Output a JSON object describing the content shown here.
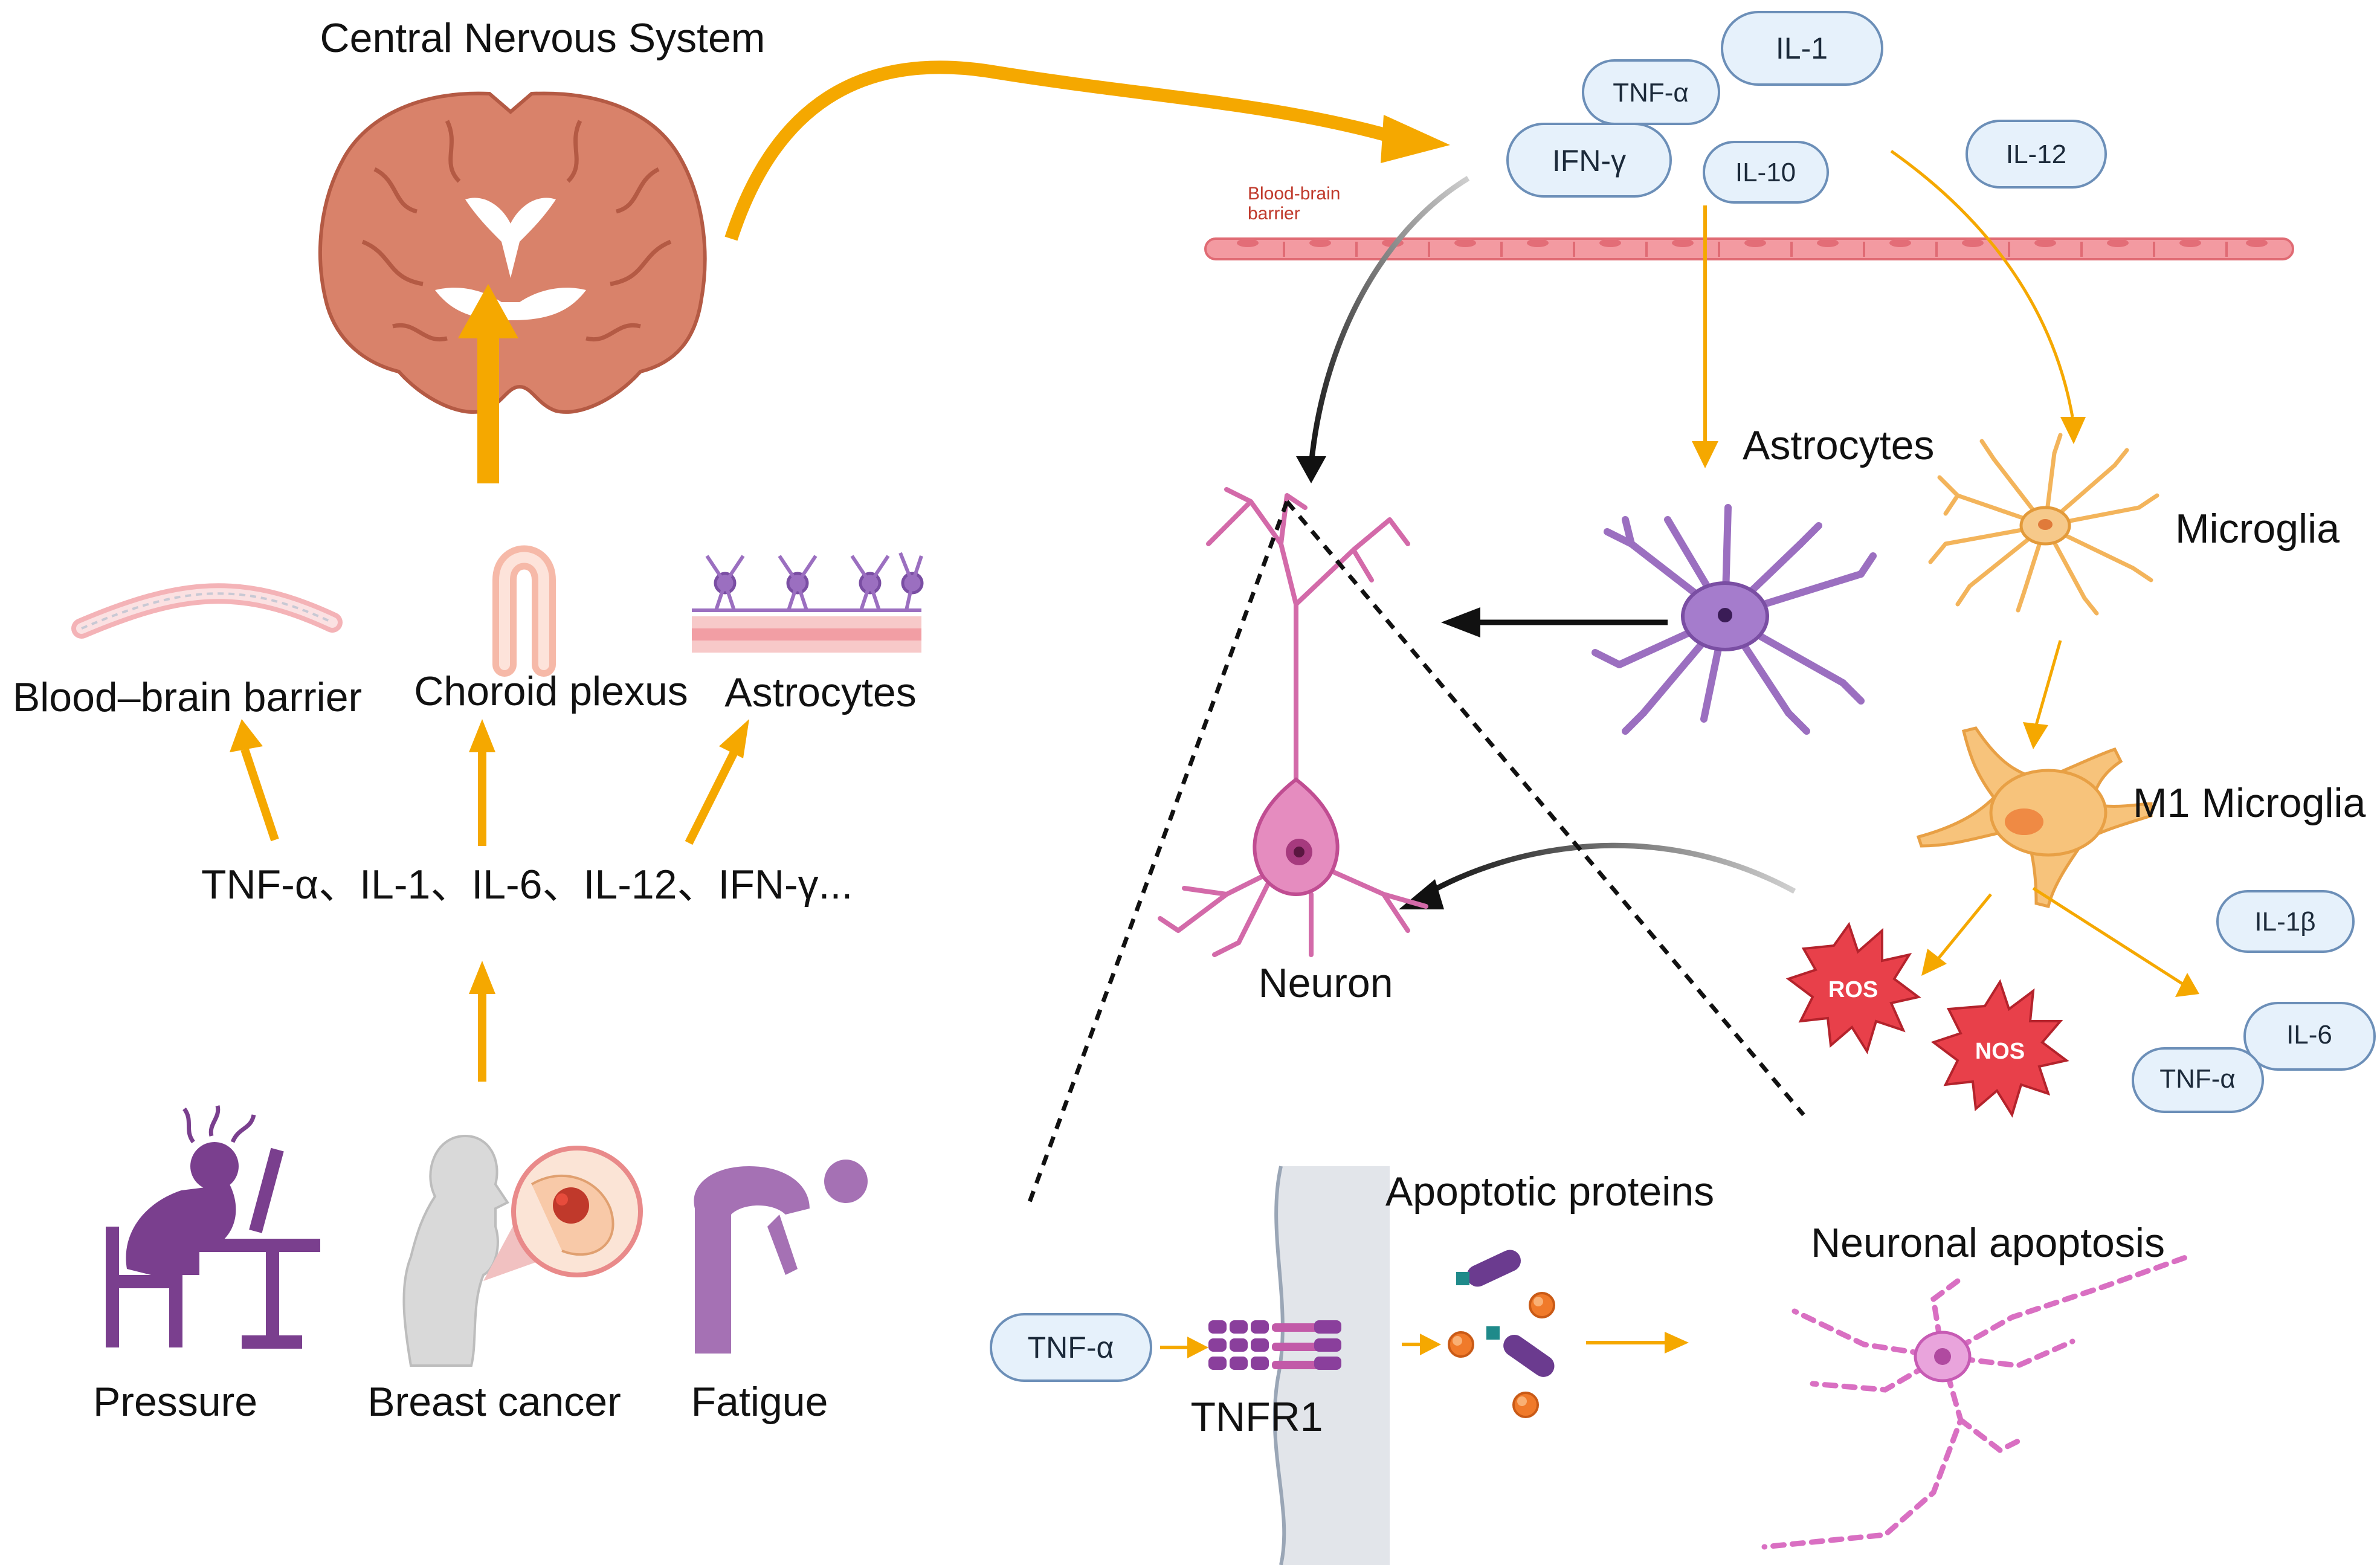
{
  "left_panel": {
    "cns_title": "Central Nervous System",
    "targets": [
      "Blood–brain barrier",
      "Choroid plexus",
      "Astrocytes"
    ],
    "cytokine_line": "TNF-α、IL-1、IL-6、IL-12、IFN-γ...",
    "causes": [
      "Pressure",
      "Breast cancer",
      "Fatigue"
    ]
  },
  "right_panel": {
    "cytokine_pills": [
      "IL-1",
      "TNF-α",
      "IFN-γ",
      "IL-10",
      "IL-12"
    ],
    "bbb_label_line1": "Blood-brain",
    "bbb_label_line2": "barrier",
    "astrocytes": "Astrocytes",
    "microglia": "Microglia",
    "m1_microglia": "M1 Microglia",
    "neuron": "Neuron",
    "ros": "ROS",
    "nos": "NOS",
    "m1_cytokines": [
      "IL-1β",
      "IL-6",
      "TNF-α"
    ]
  },
  "bottom_panel": {
    "tnf_alpha": "TNF-α",
    "receptor": "TNFR1",
    "apoptotic_proteins": "Apoptotic proteins",
    "neuronal_apoptosis": "Neuronal apoptosis"
  },
  "colors": {
    "arrow_orange": "#f5a800",
    "pill_fill": "#e6f1fb",
    "pill_stroke": "#6c8fb8",
    "brain": "#d9826a",
    "astrocyte": "#9b6fc0",
    "microglia": "#f3b45b",
    "neuron": "#d36aa9",
    "ros_burst": "#e8404a",
    "person_purple": "#7a3f8e"
  }
}
